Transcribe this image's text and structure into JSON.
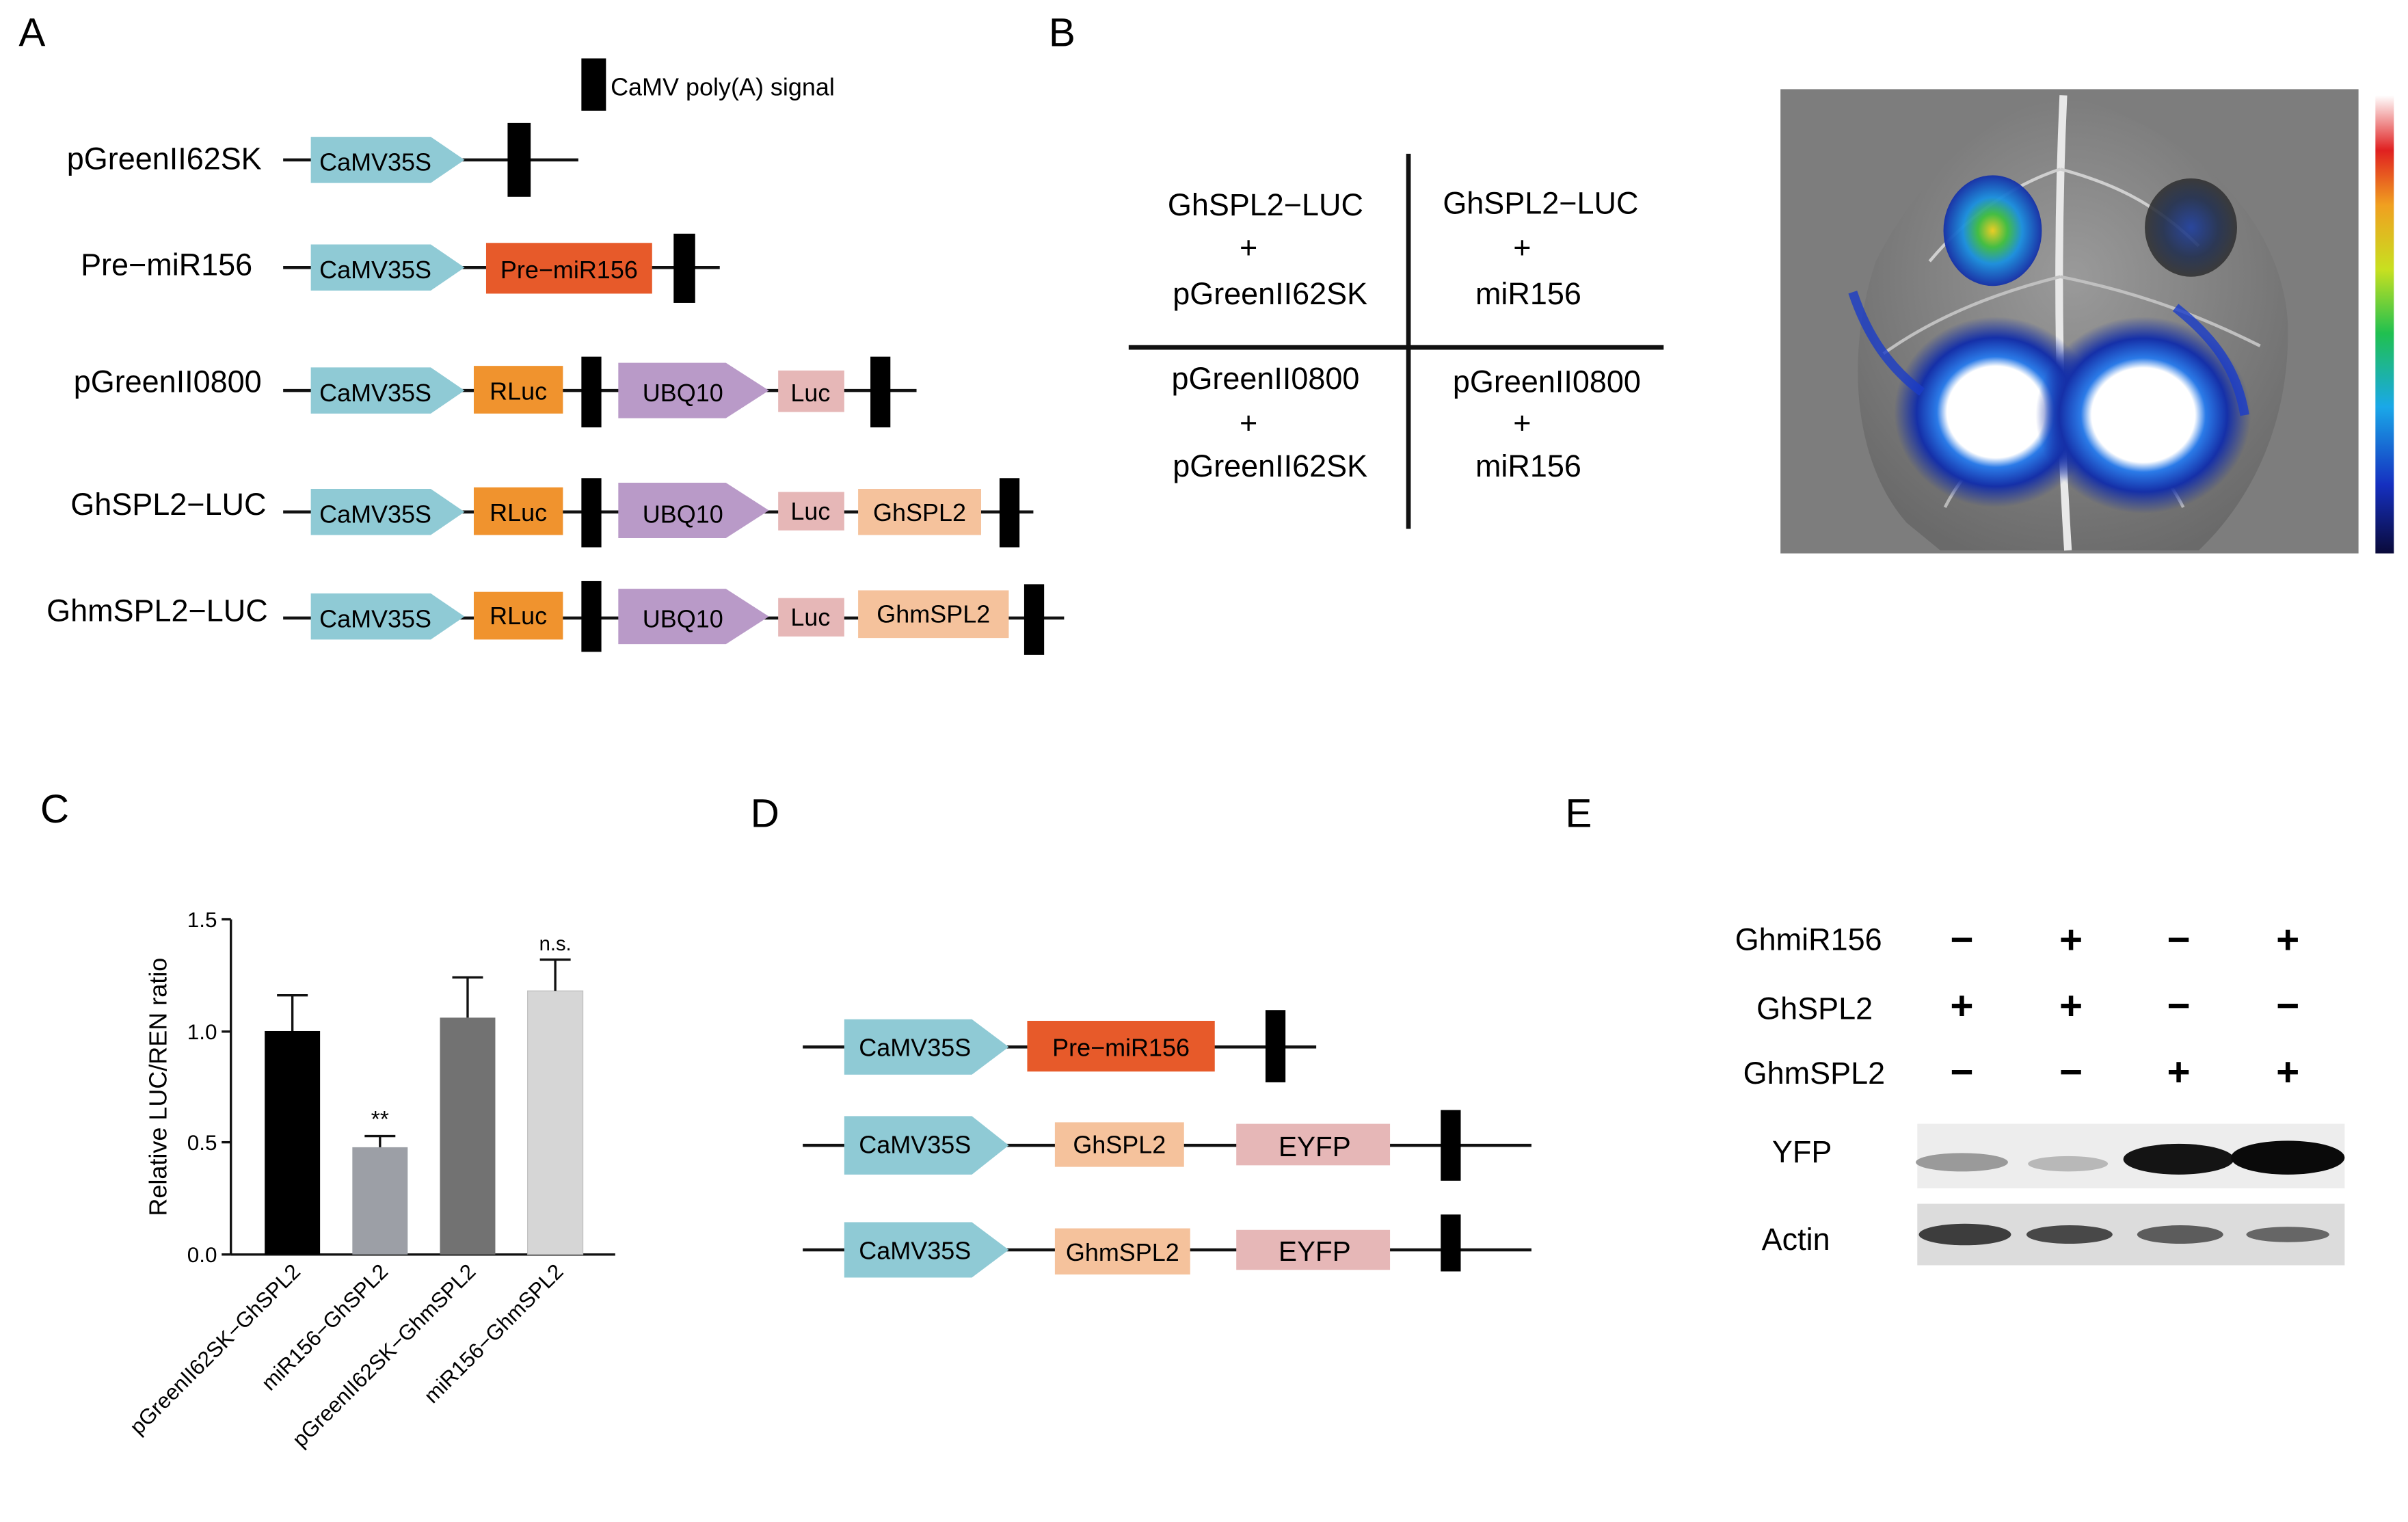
{
  "panel_letters": [
    "A",
    "B",
    "C",
    "D",
    "E"
  ],
  "colors": {
    "promoter": "#8fcad5",
    "rluc": "#f0932e",
    "ubq10": "#b99ac8",
    "luc": "#e6b7b7",
    "spl": "#f5c29c",
    "pre_mir": "#e75a2a",
    "polya": "#000000",
    "bar1": "#000000",
    "bar2": "#9c9fa6",
    "bar3": "#727272",
    "bar4": "#d6d6d6"
  },
  "panelA": {
    "legend_label": "CaMV poly(A) signal",
    "constructs": [
      {
        "name": "pGreenII62SK",
        "elements": [
          "CaMV35S"
        ]
      },
      {
        "name": "Pre−miR156",
        "elements": [
          "CaMV35S",
          "Pre−miR156"
        ]
      },
      {
        "name": "pGreenII0800",
        "elements": [
          "CaMV35S",
          "RLuc",
          "UBQ10",
          "Luc"
        ]
      },
      {
        "name": "GhSPL2−LUC",
        "elements": [
          "CaMV35S",
          "RLuc",
          "UBQ10",
          "Luc",
          "GhSPL2"
        ]
      },
      {
        "name": "GhmSPL2−LUC",
        "elements": [
          "CaMV35S",
          "RLuc",
          "UBQ10",
          "Luc",
          "GhmSPL2"
        ]
      }
    ]
  },
  "panelB": {
    "quadrants": [
      [
        "GhSPL2−LUC",
        "+",
        "pGreenII62SK"
      ],
      [
        "GhSPL2−LUC",
        "+",
        "miR156"
      ],
      [
        "pGreenII0800",
        "+",
        "pGreenII62SK"
      ],
      [
        "pGreenII0800",
        "+",
        "miR156"
      ]
    ]
  },
  "chart_data": {
    "type": "bar",
    "categories": [
      "pGreenII62SK−GhSPL2",
      "miR156−GhSPL2",
      "pGreenII62SK−GhmSPL2",
      "miR156−GhmSPL2"
    ],
    "values": [
      1.0,
      0.48,
      1.06,
      1.18
    ],
    "errors": [
      0.16,
      0.05,
      0.18,
      0.14
    ],
    "annotations": [
      "",
      "**",
      "",
      "n.s."
    ],
    "ylabel": "Relative LUC/REN ratio",
    "ylim": [
      0,
      1.5
    ],
    "yticks": [
      "0.0",
      "0.5",
      "1.0",
      "1.5"
    ],
    "xlabel": "",
    "title": ""
  },
  "panelD": {
    "constructs": [
      [
        "CaMV35S",
        "Pre−miR156"
      ],
      [
        "CaMV35S",
        "GhSPL2",
        "EYFP"
      ],
      [
        "CaMV35S",
        "GhmSPL2",
        "EYFP"
      ]
    ]
  },
  "panelE": {
    "rows": [
      {
        "label": "GhmiR156",
        "signs": [
          "−",
          "+",
          "−",
          "+"
        ]
      },
      {
        "label": "GhSPL2",
        "signs": [
          "+",
          "+",
          "−",
          "−"
        ]
      },
      {
        "label": "GhmSPL2",
        "signs": [
          "−",
          "−",
          "+",
          "+"
        ]
      }
    ],
    "blots": [
      {
        "label": "YFP",
        "intensity": [
          0.3,
          0.15,
          0.95,
          1.0
        ]
      },
      {
        "label": "Actin",
        "intensity": [
          0.75,
          0.7,
          0.6,
          0.55
        ]
      }
    ]
  }
}
